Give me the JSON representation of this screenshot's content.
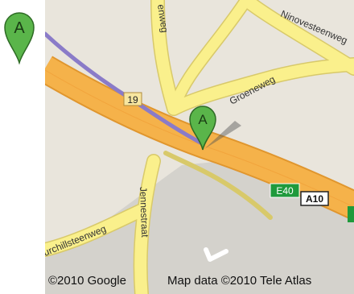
{
  "legend": {
    "marker_letter": "A",
    "marker_color": "#5ab54a"
  },
  "map": {
    "roads": {
      "street_1": "Ninovesteenweg",
      "street_2": "Groeneweg",
      "street_3": "enweg",
      "street_4": "Jennestraat",
      "street_5": "urchillsteenweg"
    },
    "shields": {
      "exit_number": "19",
      "euro_route": "E40",
      "national_route": "A10"
    },
    "route_color": "#8a7bc8",
    "highway_color": "#f5b24a",
    "local_road_color": "#faf08c",
    "marker": {
      "letter": "A",
      "color": "#5ab54a"
    },
    "attribution": {
      "copyright": "©2010 Google",
      "map_data": "Map data ©2010 Tele Atlas"
    }
  }
}
